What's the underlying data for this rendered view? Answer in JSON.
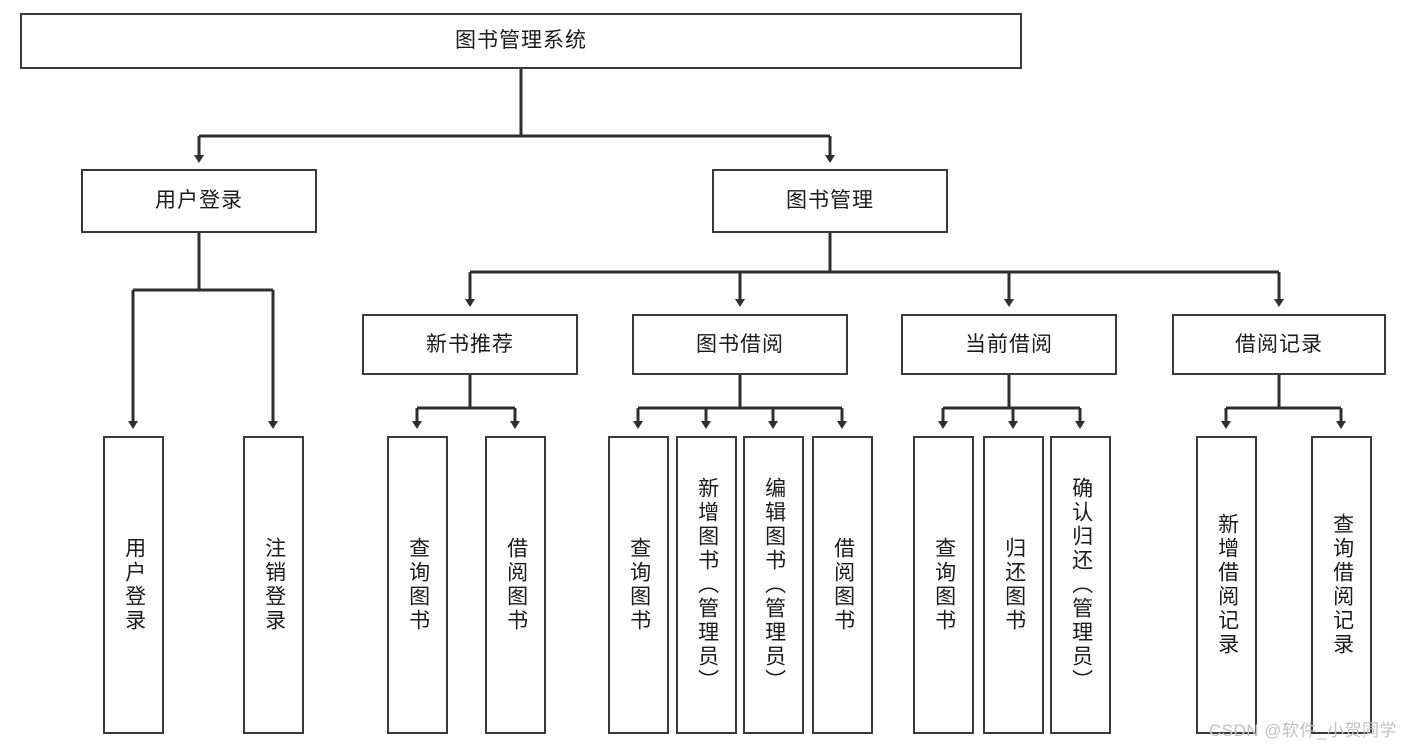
{
  "diagram": {
    "type": "tree",
    "title": "图书管理系统",
    "watermark": "CSDN @软件_小贺同学",
    "colors": {
      "box_border": "#3a3a3a",
      "box_fill": "#ffffff",
      "connector": "#2f2f2f",
      "text": "#1b1b1b",
      "watermark": "#c3c3c3"
    },
    "root": {
      "label": "图书管理系统"
    },
    "level2": [
      {
        "label": "用户登录"
      },
      {
        "label": "图书管理"
      }
    ],
    "level3": [
      {
        "label": "新书推荐"
      },
      {
        "label": "图书借阅"
      },
      {
        "label": "当前借阅"
      },
      {
        "label": "借阅记录"
      }
    ],
    "leaves": {
      "user_login": [
        {
          "label": "用户登录"
        },
        {
          "label": "注销登录"
        }
      ],
      "new_book_recommend": [
        {
          "label": "查询图书"
        },
        {
          "label": "借阅图书"
        }
      ],
      "book_borrow": [
        {
          "label": "查询图书"
        },
        {
          "label": "新增图书（管理员）"
        },
        {
          "label": "编辑图书（管理员）"
        },
        {
          "label": "借阅图书"
        }
      ],
      "current_borrow": [
        {
          "label": "查询图书"
        },
        {
          "label": "归还图书"
        },
        {
          "label": "确认归还（管理员）"
        }
      ],
      "borrow_record": [
        {
          "label": "新增借阅记录"
        },
        {
          "label": "查询借阅记录"
        }
      ]
    }
  }
}
